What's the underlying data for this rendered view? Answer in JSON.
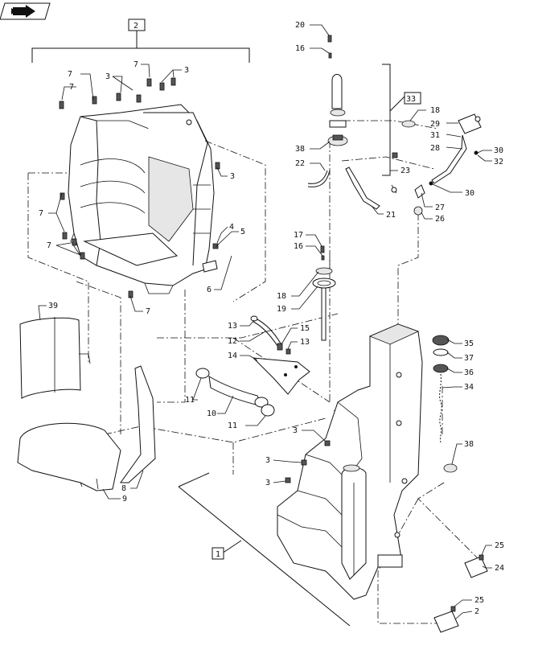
{
  "icon": {
    "name": "next-page-arrow-icon"
  },
  "boxed_labels": {
    "tank_support": "2",
    "fuel_tank": "1",
    "sender_assembly": "33"
  },
  "callouts": {
    "c20": "20",
    "c16a": "16",
    "c18a": "18",
    "c29": "29",
    "c31": "31",
    "c30a": "30",
    "c28": "28",
    "c32": "32",
    "c38a": "38",
    "c22": "22",
    "c23": "23",
    "c30b": "30",
    "c27": "27",
    "c26": "26",
    "c21": "21",
    "c7a": "7",
    "c7b": "7",
    "c3a": "3",
    "c7c": "7",
    "c3b": "3",
    "c3c": "3",
    "c7d": "7",
    "c7e": "7",
    "c4": "4",
    "c5": "5",
    "c6": "6",
    "c7f": "7",
    "c17": "17",
    "c16b": "16",
    "c18b": "18",
    "c19": "19",
    "c39": "39",
    "c13a": "13",
    "c12": "12",
    "c15": "15",
    "c13b": "13",
    "c14": "14",
    "c11a": "11",
    "c10": "10",
    "c11b": "11",
    "c8": "8",
    "c9": "9",
    "c35": "35",
    "c37": "37",
    "c36": "36",
    "c34": "34",
    "c38b": "38",
    "c3d": "3",
    "c3e": "3",
    "c3f": "3",
    "c25a": "25",
    "c24": "24",
    "c25b": "25",
    "c2": "2"
  }
}
